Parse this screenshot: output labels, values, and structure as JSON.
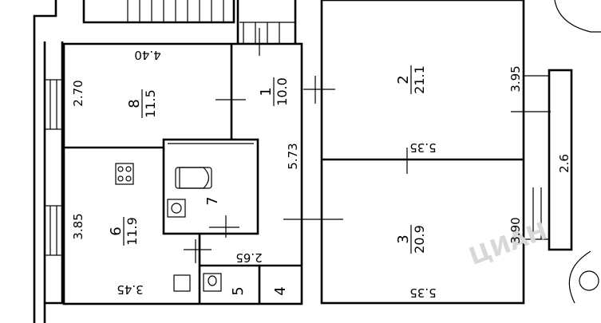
{
  "rooms": [
    {
      "id": "room-1",
      "number": "1",
      "area": "10.0"
    },
    {
      "id": "room-2",
      "number": "2",
      "area": "21.1"
    },
    {
      "id": "room-3",
      "number": "3",
      "area": "20.9"
    },
    {
      "id": "room-4",
      "number": "4"
    },
    {
      "id": "room-5",
      "number": "5"
    },
    {
      "id": "room-6",
      "number": "6",
      "area": "11.9"
    },
    {
      "id": "room-7",
      "number": "7"
    },
    {
      "id": "room-8",
      "number": "8",
      "area": "11.5"
    }
  ],
  "dimensions": {
    "room8_width": "4.40",
    "room8_depth": "2.70",
    "room6_depth": "3.85",
    "room6_width": "3.45",
    "corridor_length": "5.73",
    "rooms_divider_width": "5.35",
    "rooms_bottom_width": "5.35",
    "room2_depth": "3.95",
    "room3_depth": "3.90",
    "balcony_length": "2.6",
    "bath_width": "2.65"
  },
  "watermark": "ЦИАН"
}
